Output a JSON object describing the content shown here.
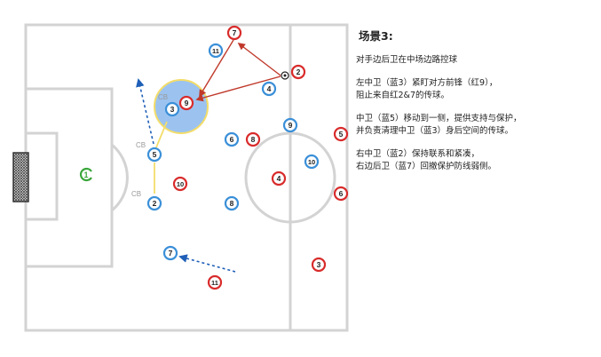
{
  "scenario": {
    "title": "场景3:",
    "paragraphs": [
      {
        "lines": [
          "对手边后卫在中场边路控球"
        ]
      },
      {
        "lines": [
          "左中卫（蓝3）紧盯对方前锋（红9），",
          "阻止来自红2&7的传球。"
        ]
      },
      {
        "lines": [
          "中卫（蓝5）移动到一侧，提供支持与保护，",
          "并负责清理中卫（蓝3）身后空间的传球。"
        ]
      },
      {
        "lines": [
          "右中卫（蓝2）保持联系和紧凑，",
          "右边后卫（蓝7）回撤保护防线弱侧。"
        ]
      }
    ]
  },
  "colors": {
    "blue_team": "#3a8fd8",
    "red_team": "#d92b2b",
    "pitch_line": "#d0d0d0",
    "zone_fill": "#9cc3f0",
    "zone_ring": "#f3dd6a",
    "goalkeeper": "#3aa63a"
  },
  "pitch": {
    "cb_labels": [
      "CB",
      "CB",
      "CB"
    ]
  },
  "players": {
    "goalkeeper": {
      "number": "1"
    },
    "blue": [
      "3",
      "5",
      "2",
      "7",
      "11",
      "4",
      "6",
      "8",
      "9",
      "10"
    ],
    "red": [
      "7",
      "2",
      "9",
      "8",
      "10",
      "11",
      "4",
      "5",
      "6",
      "3"
    ]
  },
  "ball": {
    "holder": "2"
  }
}
